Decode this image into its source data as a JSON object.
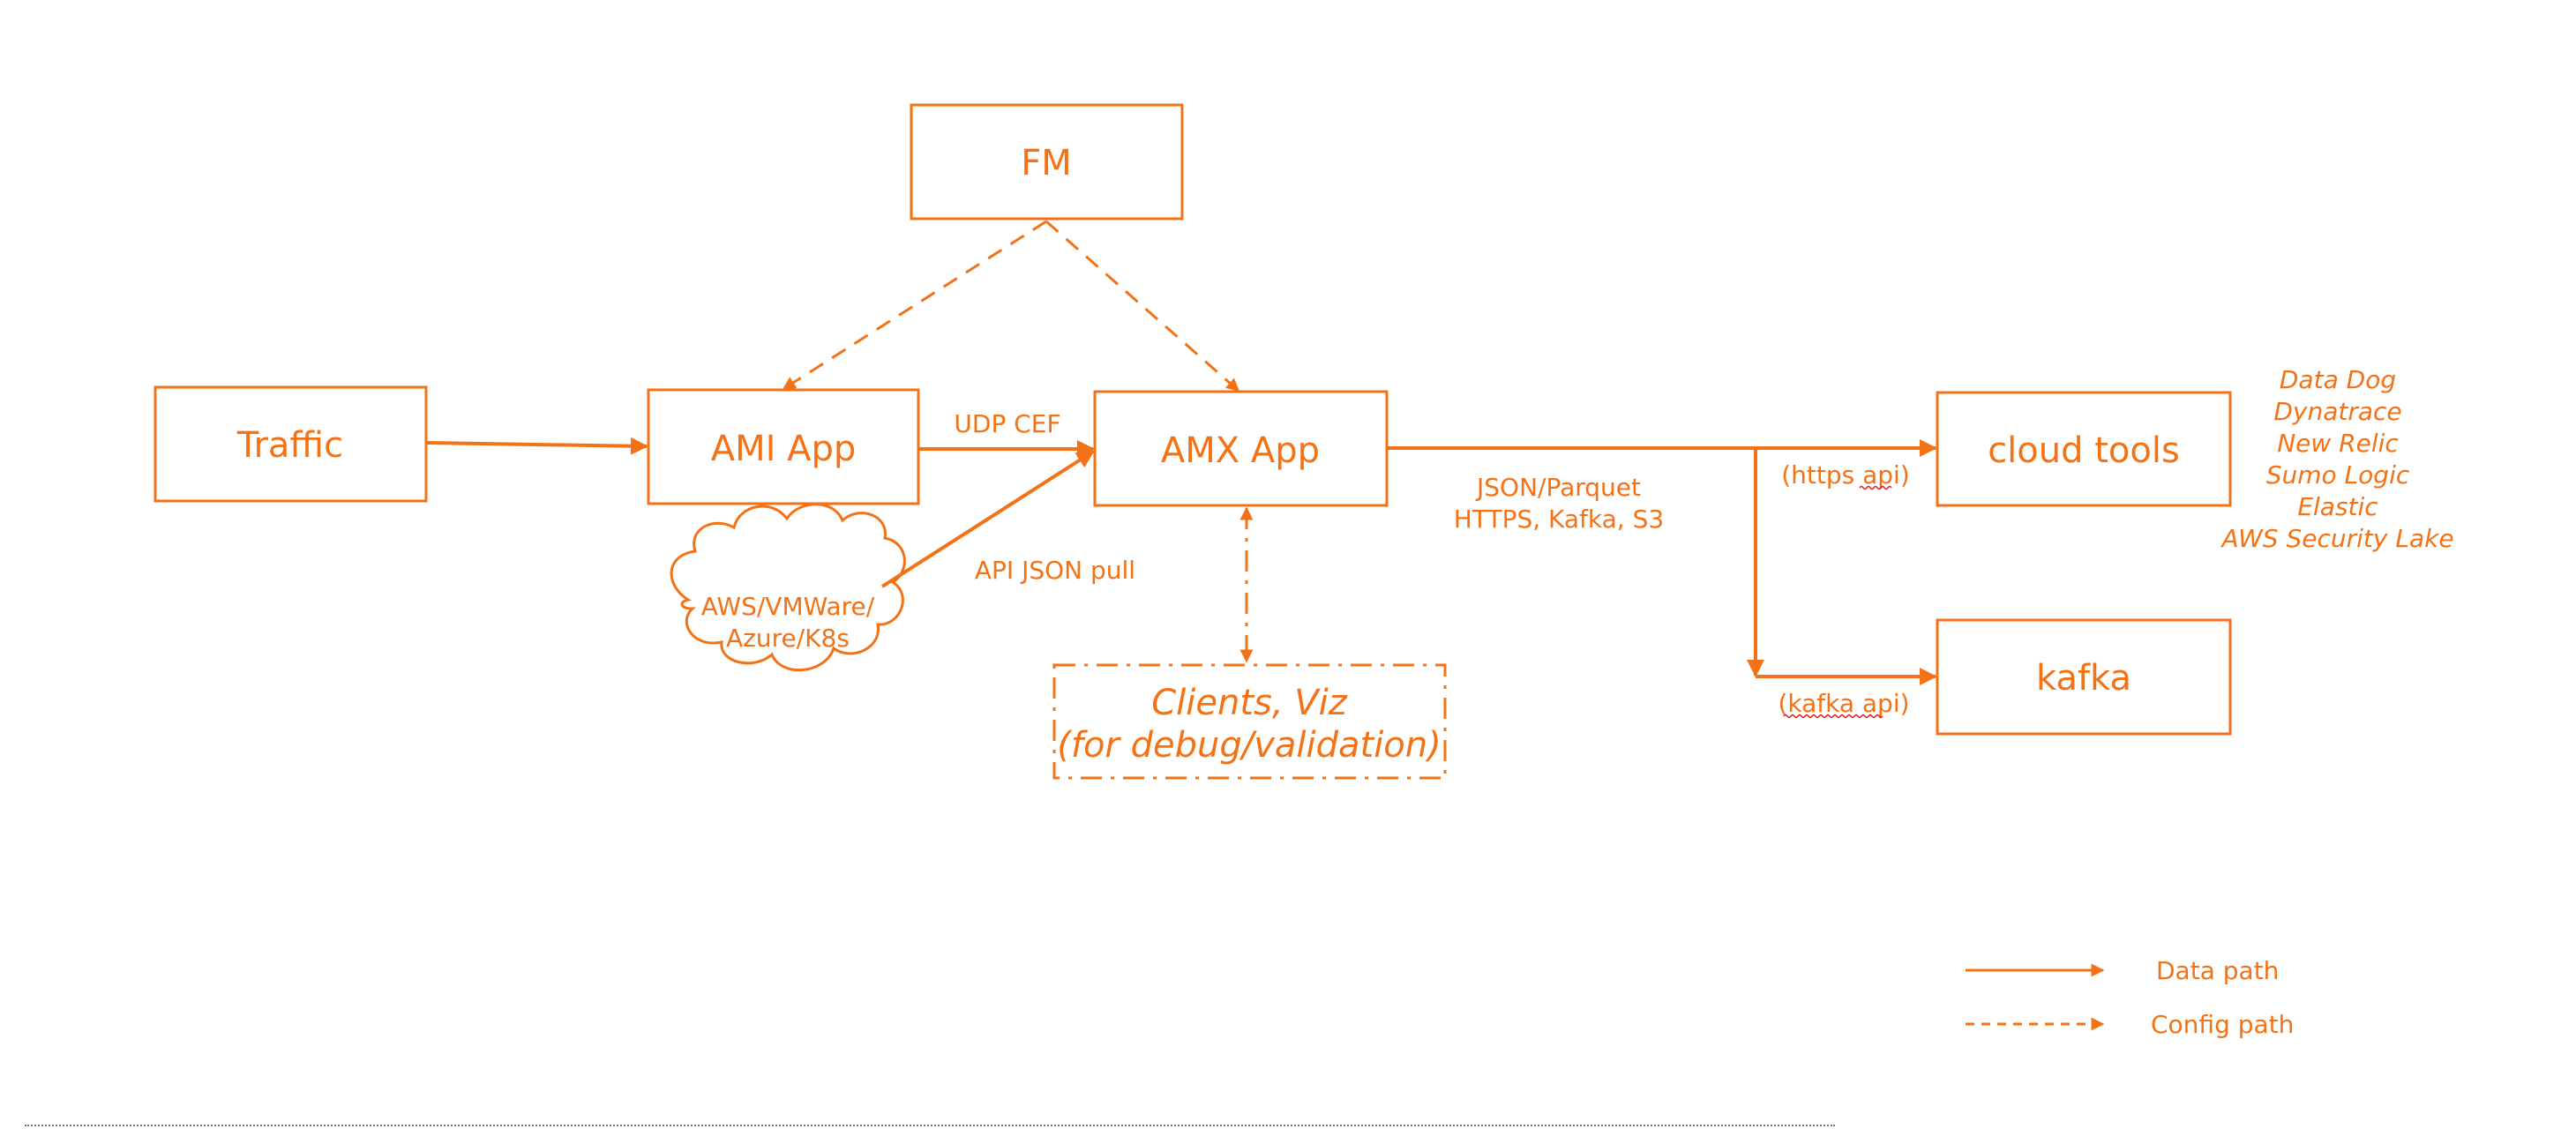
{
  "colors": {
    "accent": "#f47216",
    "spellcheck": "#e02020"
  },
  "nodes": {
    "fm": {
      "label": "FM"
    },
    "traffic": {
      "label": "Traffic"
    },
    "ami_app": {
      "label": "AMI App"
    },
    "amx_app": {
      "label": "AMX App"
    },
    "cloud_tools": {
      "label": "cloud tools"
    },
    "kafka": {
      "label": "kafka"
    },
    "cloud_sources": {
      "lines": [
        "AWS/VMWare/",
        "Azure/K8s"
      ]
    },
    "clients": {
      "lines": [
        "Clients, Viz",
        "(for debug/validation)"
      ]
    }
  },
  "edges": {
    "udp_cef": "UDP CEF",
    "api_json_pull": "API JSON pull",
    "output_formats": [
      "JSON/Parquet",
      "HTTPS, Kafka, S3"
    ],
    "https_api": "(https api)",
    "kafka_api": "(kafka api)"
  },
  "cloud_tool_list": [
    "Data Dog",
    "Dynatrace",
    "New Relic",
    "Sumo Logic",
    "Elastic",
    "AWS Security Lake"
  ],
  "legend": {
    "data_path": "Data path",
    "config_path": "Config path"
  }
}
